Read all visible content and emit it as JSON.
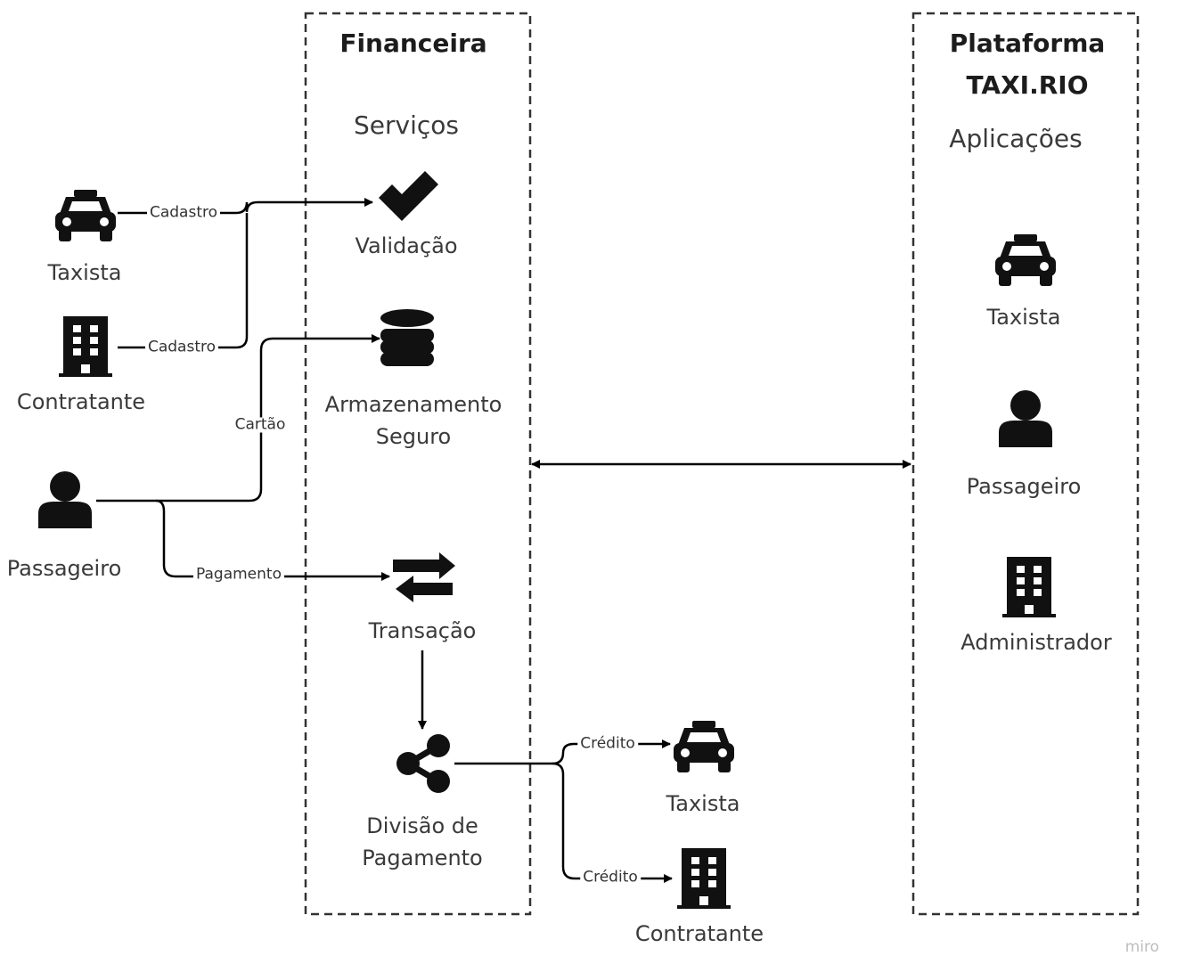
{
  "financeira": {
    "title": "Financeira",
    "subtitle": "Serviços"
  },
  "plataforma": {
    "title_line1": "Plataforma",
    "title_line2": "TAXI.RIO",
    "subtitle": "Aplicações"
  },
  "services": {
    "validacao": "Validação",
    "armazenamento_line1": "Armazenamento",
    "armazenamento_line2": "Seguro",
    "transacao": "Transação",
    "divisao_line1": "Divisão de",
    "divisao_line2": "Pagamento"
  },
  "left_actors": {
    "taxista": "Taxista",
    "contratante": "Contratante",
    "passageiro": "Passageiro"
  },
  "edges": {
    "cadastro_taxista": "Cadastro",
    "cadastro_contratante": "Cadastro",
    "cartao": "Cartão",
    "pagamento": "Pagamento",
    "credito_taxista": "Crédito",
    "credito_contratante": "Crédito"
  },
  "bottom_actors": {
    "taxista": "Taxista",
    "contratante": "Contratante"
  },
  "apps": {
    "taxista": "Taxista",
    "passageiro": "Passageiro",
    "administrador": "Administrador"
  },
  "watermark": "miro",
  "colors": {
    "line": "#000000",
    "icon": "#111111",
    "text": "#333333",
    "border": "#333333"
  }
}
